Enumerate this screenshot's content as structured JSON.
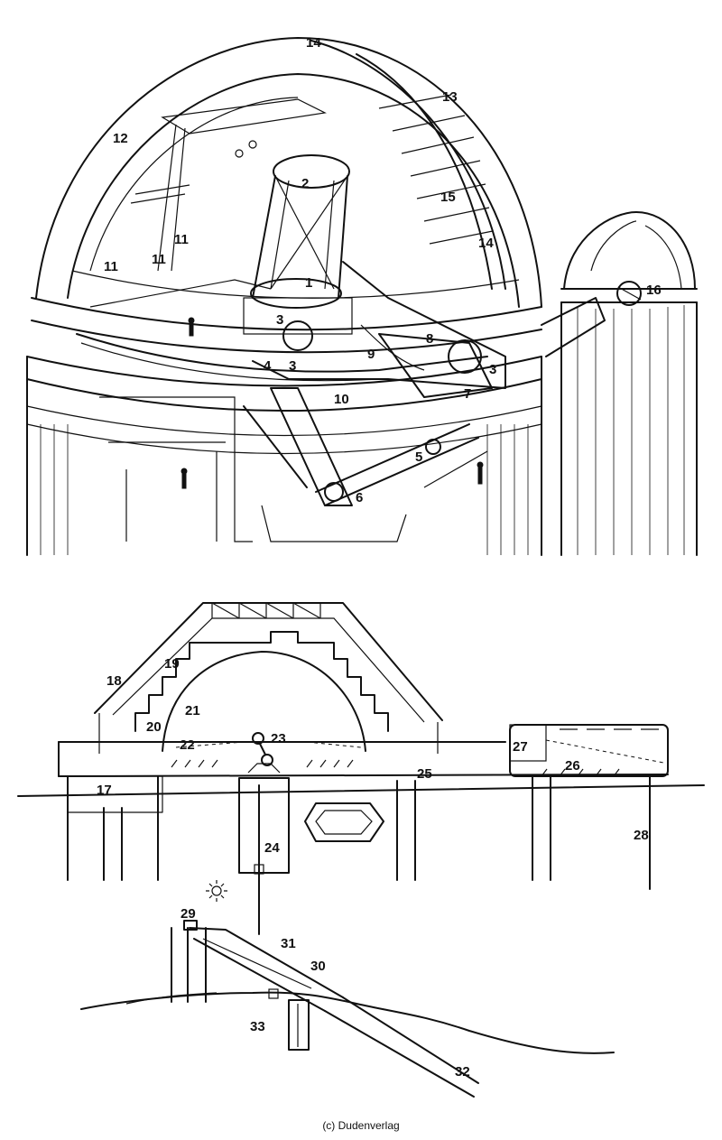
{
  "credit": "(c) Dudenverlag",
  "upper_labels": [
    "14",
    "13",
    "12",
    "2",
    "15",
    "14",
    "11",
    "11",
    "11",
    "1",
    "16",
    "3",
    "8",
    "9",
    "4",
    "3",
    "3",
    "7",
    "10",
    "5",
    "6"
  ],
  "lower_labels": [
    "18",
    "19",
    "21",
    "20",
    "22",
    "23",
    "27",
    "26",
    "17",
    "25",
    "24",
    "28",
    "29",
    "31",
    "30",
    "33",
    "32"
  ]
}
